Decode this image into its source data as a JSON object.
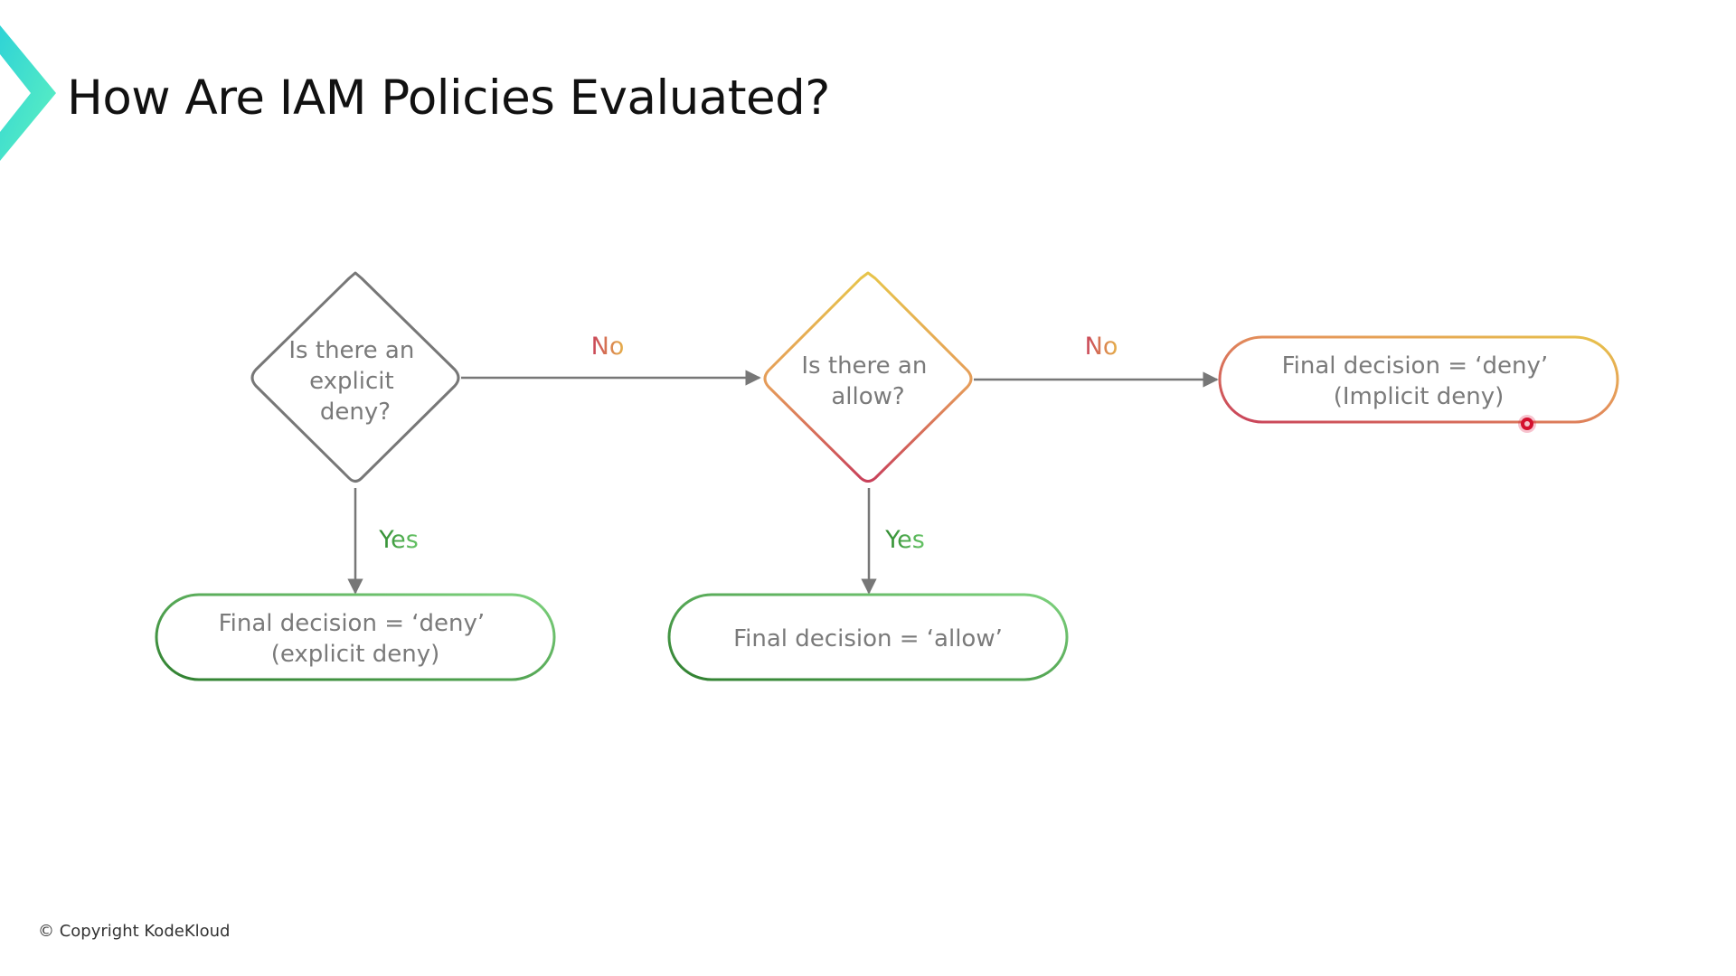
{
  "slide": {
    "title": "How Are IAM Policies Evaluated?",
    "footer": "© Copyright KodeKloud"
  },
  "flowchart": {
    "nodes": {
      "decision_explicit_deny": {
        "lines": [
          "Is there an",
          "explicit",
          "deny?"
        ]
      },
      "decision_allow": {
        "lines": [
          "Is there an",
          "allow?"
        ]
      },
      "result_implicit_deny": {
        "lines": [
          "Final decision = ‘deny’",
          "(Implicit deny)"
        ]
      },
      "result_explicit_deny": {
        "lines": [
          "Final decision = ‘deny’",
          "(explicit deny)"
        ]
      },
      "result_allow": {
        "lines": [
          "Final decision = ‘allow’"
        ]
      }
    },
    "edges": [
      {
        "from": "decision_explicit_deny",
        "to": "decision_allow",
        "label": "No"
      },
      {
        "from": "decision_allow",
        "to": "result_implicit_deny",
        "label": "No"
      },
      {
        "from": "decision_explicit_deny",
        "to": "result_explicit_deny",
        "label": "Yes"
      },
      {
        "from": "decision_allow",
        "to": "result_allow",
        "label": "Yes"
      }
    ]
  },
  "colors": {
    "accent_teal": "#3ee0c9",
    "gray_stroke": "#777777",
    "yes_green": "#3a9a3a",
    "no_red": "#c84a5a",
    "no_orange": "#e0a84a"
  }
}
